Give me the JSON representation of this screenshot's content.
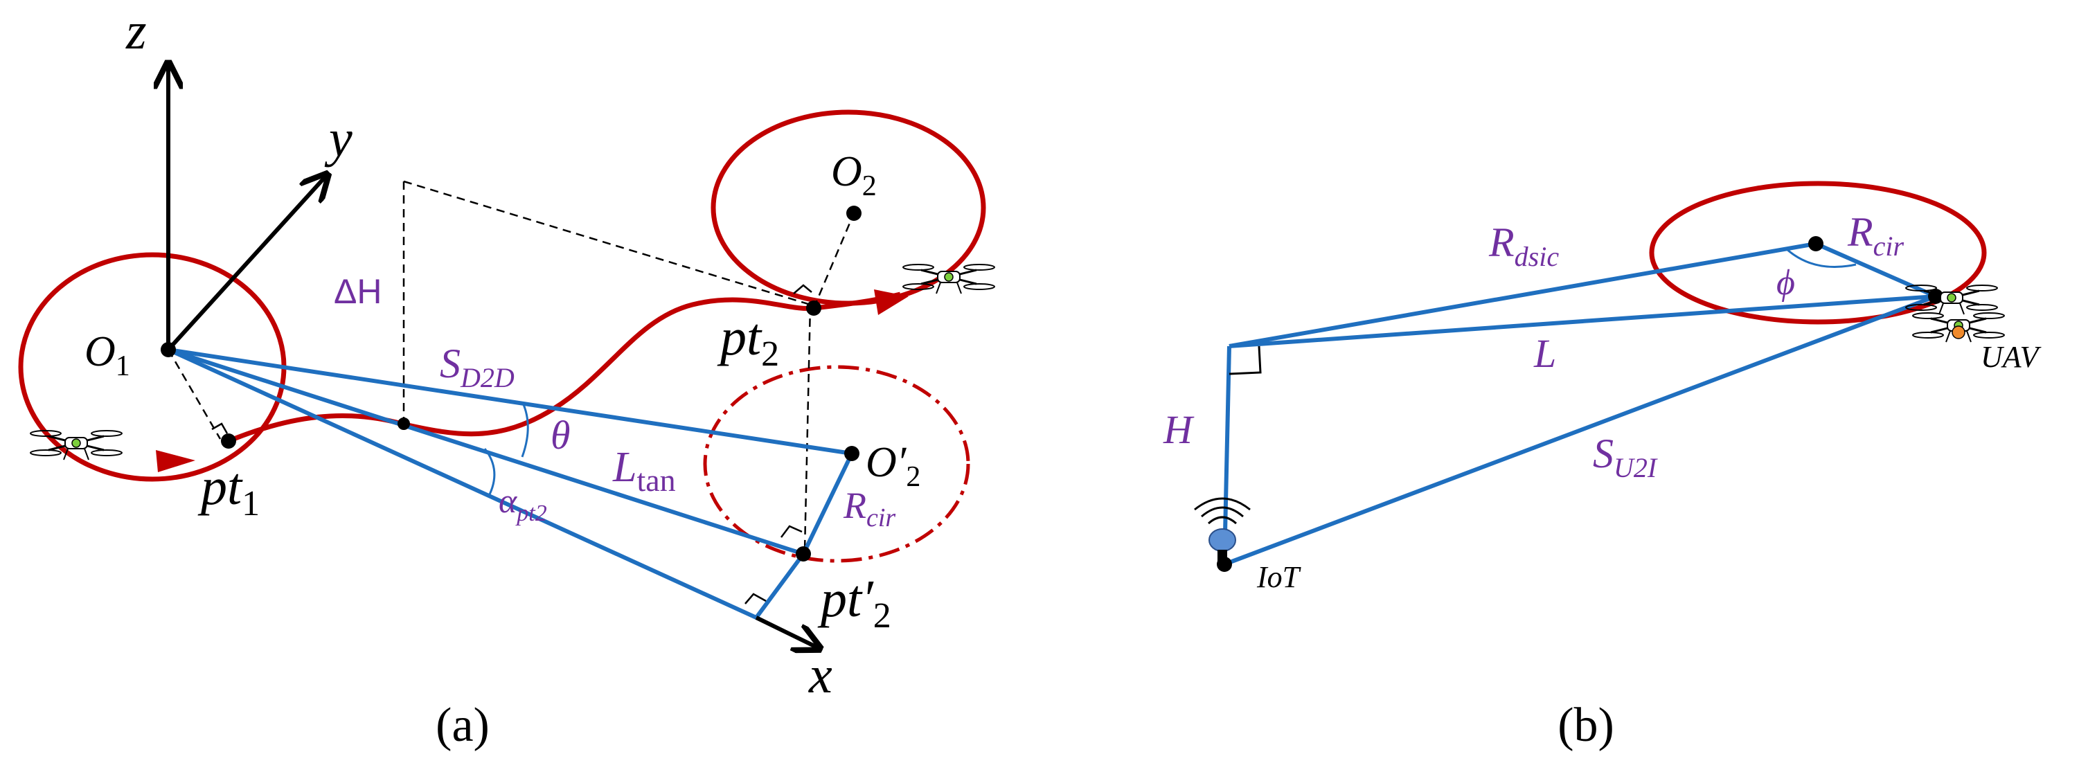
{
  "colors": {
    "trajectory": "#c00000",
    "link": "#1f6fbf",
    "label": "#7030a0",
    "axis": "#000000",
    "dashed": "#000000"
  },
  "panel_a": {
    "caption": "(a)",
    "axes": {
      "z": "z",
      "y": "y",
      "x": "x"
    },
    "points": {
      "o1_base": "O",
      "o1_sub": "1",
      "o2_base": "O",
      "o2_sub": "2",
      "o2p_base": "O′",
      "o2p_sub": "2",
      "pt1_base": "pt",
      "pt1_sub": "1",
      "pt2_base": "pt",
      "pt2_sub": "2",
      "pt2p_base": "pt′",
      "pt2p_sub": "2"
    },
    "labels": {
      "delta_h": "ΔH",
      "s_d2d_base": "S",
      "s_d2d_sub": "D2D",
      "theta": "θ",
      "l_tan_base": "L",
      "l_tan_sub": "tan",
      "alpha_base": "α",
      "alpha_sub": "pt2",
      "r_cir_base": "R",
      "r_cir_sub": "cir"
    },
    "icons": [
      "drone-icon",
      "drone-icon"
    ]
  },
  "panel_b": {
    "caption": "(b)",
    "labels": {
      "r_dsic_base": "R",
      "r_dsic_sub": "dsic",
      "r_cir_base": "R",
      "r_cir_sub": "cir",
      "phi": "ϕ",
      "l": "L",
      "h": "H",
      "s_u2i_base": "S",
      "s_u2i_sub": "U2I",
      "uav": "UAV",
      "iot": "IoT"
    },
    "icons": [
      "drone-icon",
      "iot-sensor-icon"
    ]
  }
}
